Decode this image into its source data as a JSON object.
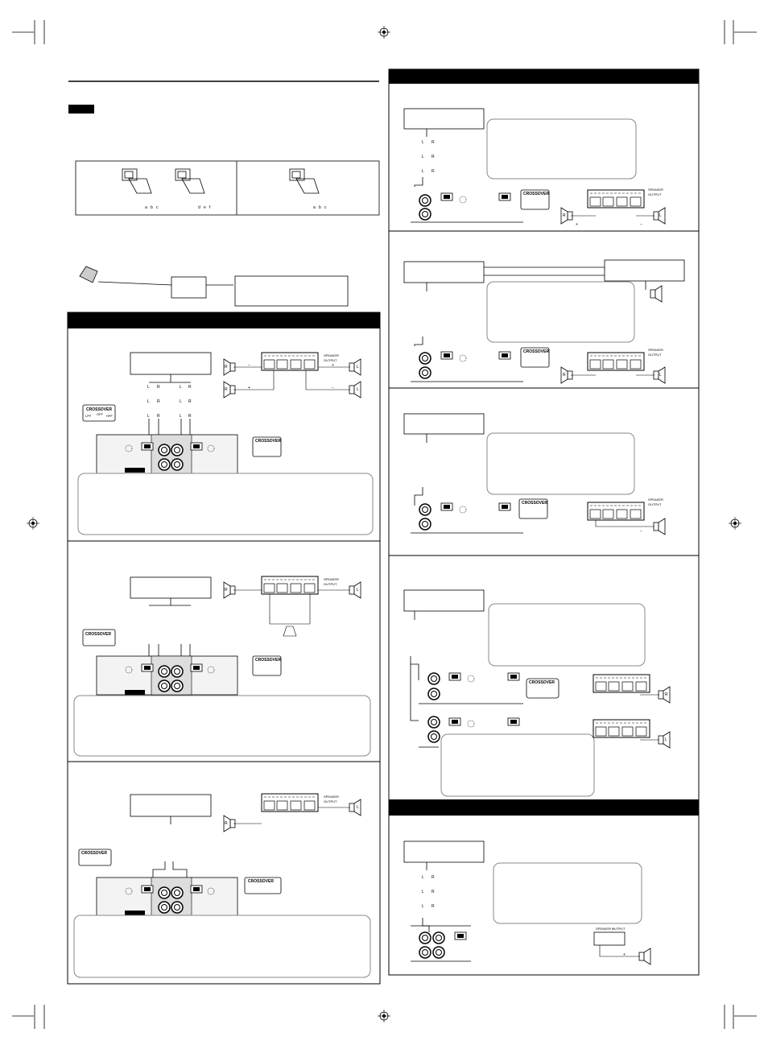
{
  "connector_labels": {
    "a": "a",
    "b": "b",
    "c": "c",
    "d": "d",
    "e": "e",
    "f": "f"
  },
  "jack_labels": {
    "left": "L",
    "right": "R"
  },
  "crossover": {
    "title": "CROSSOVER",
    "lpf": "LPF",
    "off": "OFF",
    "hpf": "HPF"
  },
  "speaker_output": {
    "title": "SPEAKER OUTPUT",
    "line1": "SPEAKER",
    "line2": "OUTPUT"
  },
  "terminal_signs": {
    "plus": "+",
    "minus": "−"
  },
  "colors": {
    "header": "#000000",
    "line": "#000000",
    "bubble_border": "#777777"
  }
}
